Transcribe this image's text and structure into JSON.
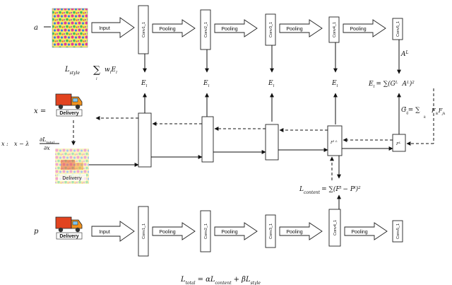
{
  "rows": {
    "a": {
      "label": "a",
      "arrow_labels": [
        "Input",
        "Pooling",
        "Pooling",
        "Pooling",
        "Pooling"
      ],
      "layers": [
        "Conv1_1",
        "Conv2_1",
        "Conv3_1",
        "Conv4_1",
        "Conv5_1"
      ]
    },
    "p": {
      "label": "p",
      "arrow_labels": [
        "Input",
        "Pooling",
        "Pooling",
        "Pooling",
        "Pooling"
      ],
      "layers": [
        "Conv1_1",
        "Conv2_1",
        "Conv3_1",
        "Conv4_1",
        "Conv5_1"
      ]
    },
    "x": {
      "label": "x ="
    }
  },
  "image_labels": {
    "delivery": "Delivery"
  },
  "equations": {
    "style_loss": "L",
    "style_loss_sub": "style",
    "style_sum": "∑",
    "style_sum_sub": "l",
    "style_sum_term": "w",
    "style_sum_term_sub": "l",
    "style_sum_E": "E",
    "style_sum_E_sub": "l",
    "el_label": "E",
    "el_sub": "l",
    "el_eq": "E",
    "el_eq_sub": "l",
    "el_eq_rhs": "= ∑(G",
    "el_eq_rhs2": "A",
    "el_eq_rhs3": ")",
    "el_eq_sup": "L",
    "el_eq_sup2": "L",
    "el_eq_pow": "2",
    "a_label": "A",
    "a_sup": "L",
    "gram_lhs": "G",
    "gram_sub": "ij",
    "gram_sup": "L",
    "gram_rhs": "= ∑",
    "gram_sum_sub": "k",
    "gram_term": "F",
    "gram_term_sub": "ik",
    "gram_term_sup": "L",
    "gram_term2": "F",
    "gram_term2_sub": "jk",
    "gram_term2_sup": "L",
    "update_x": "x :",
    "update_rhs": "x − λ",
    "update_num": "∂L",
    "update_num_sub": "total",
    "update_den": "∂x",
    "content_lhs": "L",
    "content_sub": "content",
    "content_rhs": "= ∑(F",
    "content_sup": "l",
    "content_minus": "− P",
    "content_sup2": "l",
    "content_close": ")",
    "content_pow": "2",
    "fl_label": "F",
    "fl_sup": "l",
    "fl_sup2": "L",
    "fl2_label": "F",
    "fl2_sup": "L",
    "total_lhs": "L",
    "total_sub": "total",
    "total_rhs": "= αL",
    "total_sub2": "content",
    "total_plus": "+ βL",
    "total_sub3": "style"
  }
}
